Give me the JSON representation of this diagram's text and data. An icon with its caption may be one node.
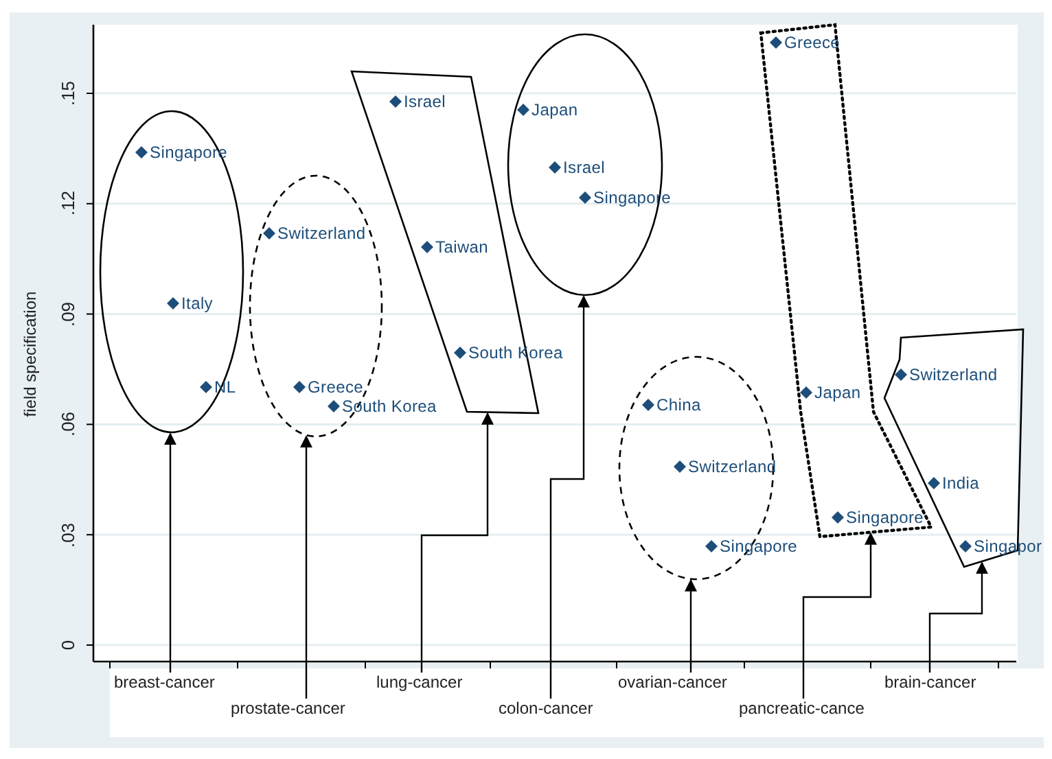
{
  "diagram": {
    "nodes": [
      {
        "text": [
          "Singapore",
          "Italy",
          "NL"
        ]
      },
      {
        "text": [
          "Switzerland",
          "Greece",
          "South Korea"
        ]
      },
      {
        "text": [
          "Israel",
          "Taiwan",
          "South Korea"
        ]
      },
      {
        "text": [
          "Japan",
          "Israel",
          "Singapore"
        ]
      },
      {
        "text": [
          "China",
          "Switzerland",
          "Singapore"
        ]
      },
      {
        "text": [
          "Greece",
          "Japan",
          "Singapore"
        ]
      },
      {
        "text": [
          "Switzerland",
          "India",
          "Singapor"
        ]
      },
      {
        "text": [
          "breast-cancer"
        ]
      },
      {
        "text": [
          "prostate-cancer"
        ]
      },
      {
        "text": [
          "lung-cancer"
        ]
      },
      {
        "text": [
          "colon-cancer"
        ]
      },
      {
        "text": [
          "ovarian-cancer"
        ]
      },
      {
        "text": [
          "pancreatic-cance"
        ]
      },
      {
        "text": [
          "brain-cancer"
        ]
      }
    ],
    "edges": [
      {
        "from": 7,
        "to": 0,
        "arrow": "to"
      },
      {
        "from": 8,
        "to": 1,
        "arrow": "to"
      },
      {
        "from": 9,
        "to": 2,
        "arrow": "to"
      },
      {
        "from": 10,
        "to": 3,
        "arrow": "to"
      },
      {
        "from": 11,
        "to": 4,
        "arrow": "to"
      },
      {
        "from": 12,
        "to": 5,
        "arrow": "to"
      },
      {
        "from": 13,
        "to": 6,
        "arrow": "to"
      }
    ],
    "labels": [
      "field specification",
      ".15",
      ".12",
      ".09",
      ".06",
      ".03",
      "0"
    ]
  }
}
